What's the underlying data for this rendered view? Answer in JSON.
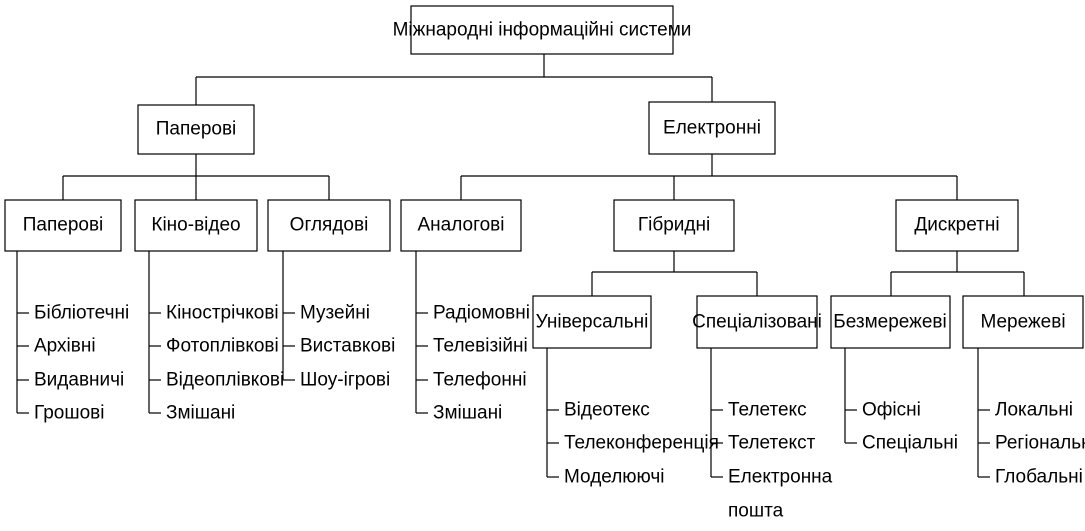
{
  "root": "Міжнародні інформаційні системи",
  "level1": [
    {
      "label": "Паперові"
    },
    {
      "label": "Електронні"
    }
  ],
  "level2": [
    {
      "label": "Паперові",
      "items": [
        "Бібліотечні",
        "Архівні",
        "Видавничі",
        "Грошові"
      ]
    },
    {
      "label": "Кіно-відео",
      "items": [
        "Кінострічкові",
        "Фотоплівкові",
        "Відеоплівкові",
        "Змішані"
      ]
    },
    {
      "label": "Оглядові",
      "items": [
        "Музейні",
        "Виставкові",
        "Шоу-ігрові"
      ]
    },
    {
      "label": "Аналогові",
      "items": [
        "Радіомовні",
        "Телевізійні",
        "Телефонні",
        "Змішані"
      ]
    },
    {
      "label": "Гібридні"
    },
    {
      "label": "Дискретні"
    }
  ],
  "level3": [
    {
      "label": "Універсальні",
      "items": [
        "Відеотекс",
        "Телеконференція",
        "Моделюючі"
      ]
    },
    {
      "label": "Спеціалізовані",
      "items": [
        "Телетекс",
        "Телетекст",
        "Електронна",
        "пошта"
      ]
    },
    {
      "label": "Безмережеві",
      "items": [
        "Офісні",
        "Спеціальні"
      ]
    },
    {
      "label": "Мережеві",
      "items": [
        "Локальні",
        "Регіональні",
        "Глобальні"
      ]
    }
  ]
}
